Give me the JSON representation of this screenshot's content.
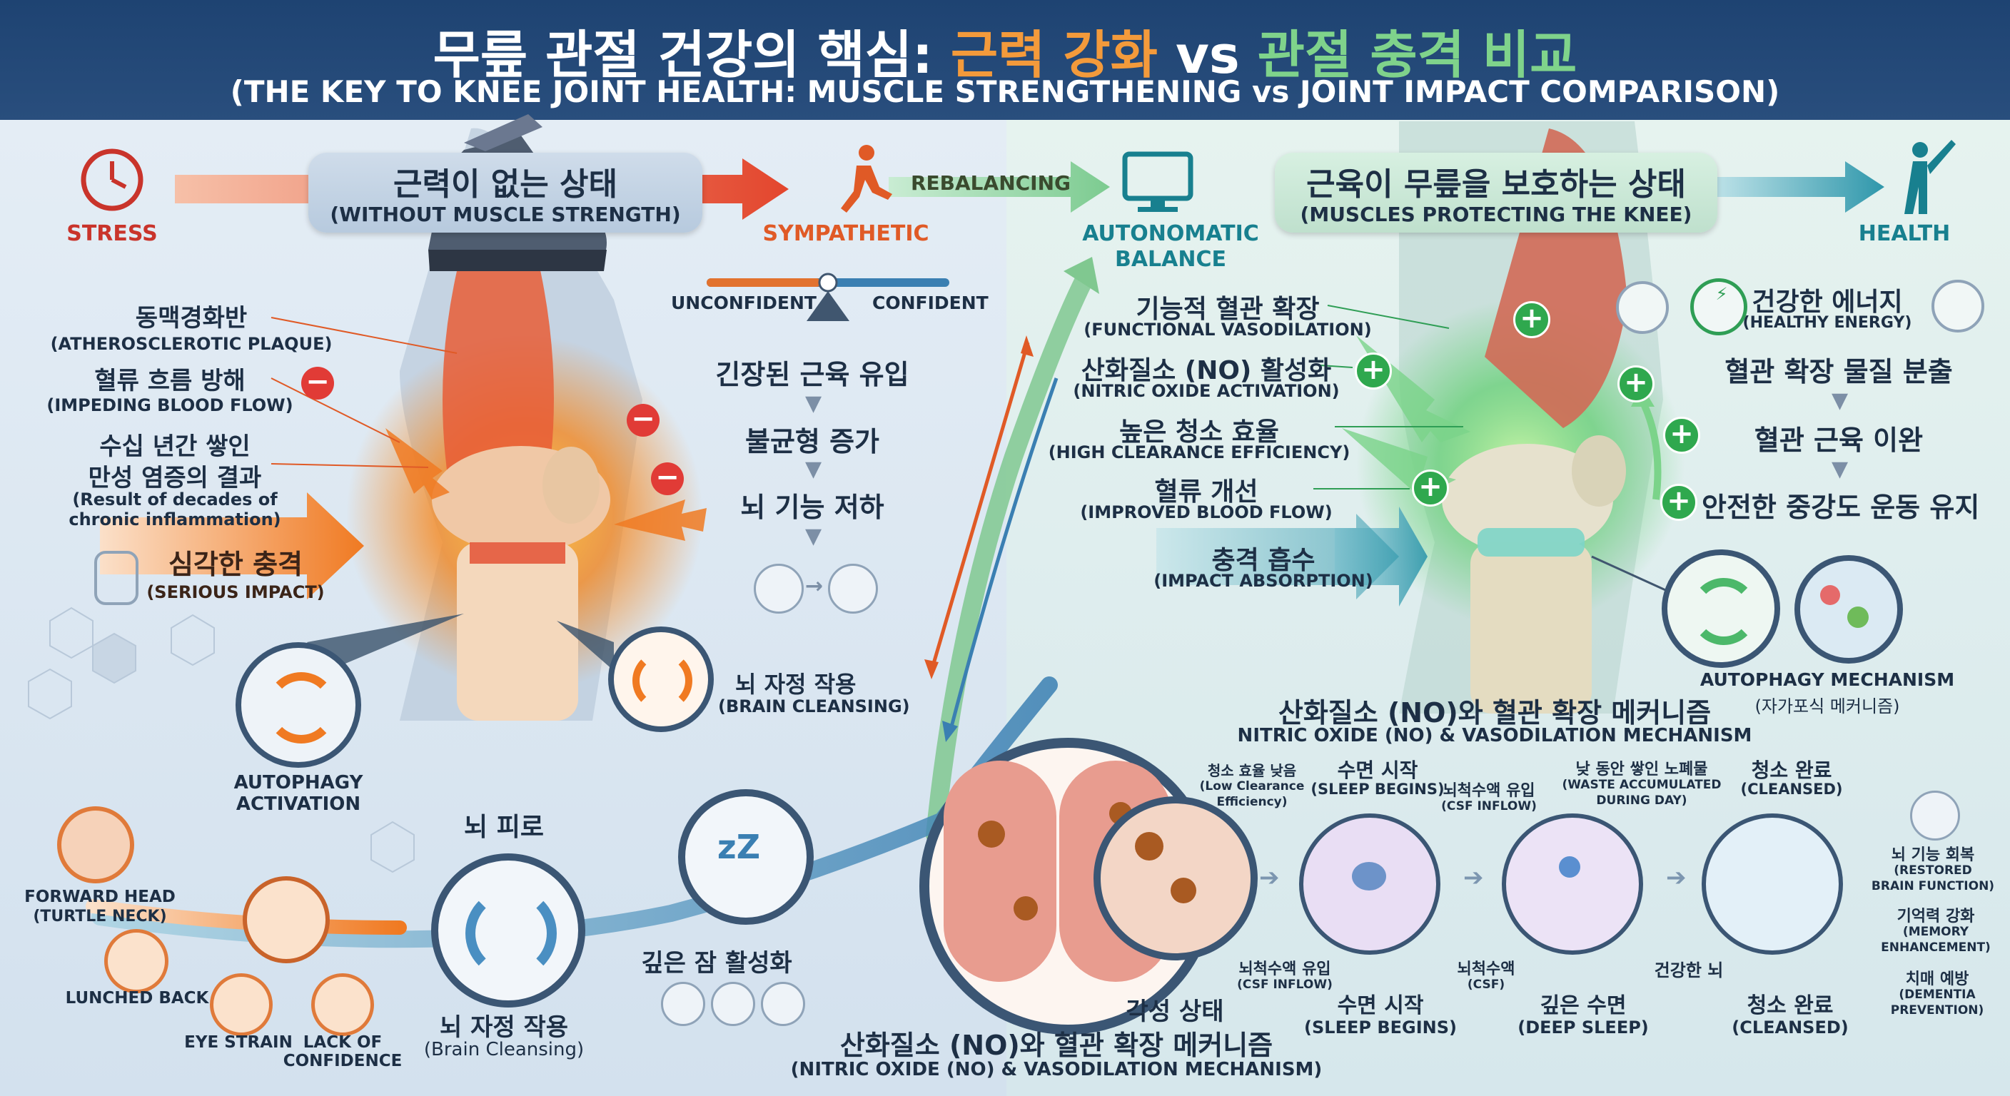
{
  "header": {
    "title_part1": "무릎 관절 건강의 핵심: ",
    "title_part2": "근력 강화",
    "title_part3": " vs ",
    "title_part4": "관절 충격 비교",
    "subtitle": "(THE KEY TO KNEE JOINT HEALTH: MUSCLE STRENGTHENING vs JOINT IMPACT COMPARISON)"
  },
  "flow": {
    "stress": "STRESS",
    "sympathetic": "SYMPATHETIC",
    "rebalancing": "REBALANCING",
    "autonomatic_line1": "AUTONOMATIC",
    "autonomatic_line2": "BALANCE",
    "health": "HEALTH"
  },
  "left_banner": {
    "ko": "근력이 없는 상태",
    "en": "(WITHOUT MUSCLE STRENGTH)"
  },
  "right_banner": {
    "ko": "근육이 무릎을 보호하는 상태",
    "en": "(MUSCLES PROTECTING THE KNEE)"
  },
  "left_labels": {
    "plaque_ko": "동맥경화반",
    "plaque_en": "(ATHEROSCLEROTIC PLAQUE)",
    "flow_ko": "혈류 흐름 방해",
    "flow_en": "(IMPEDING BLOOD FLOW)",
    "inflam_ko1": "수십 년간 쌓인",
    "inflam_ko2": "만성 염증의 결과",
    "inflam_en1": "(Result of decades of",
    "inflam_en2": "chronic inflammation)",
    "impact_ko": "심각한 충격",
    "impact_en": "(SERIOUS IMPACT)",
    "autophagy1": "AUTOPHAGY",
    "autophagy2": "ACTIVATION"
  },
  "gauge": {
    "left": "UNCONFIDENT",
    "right": "CONFIDENT"
  },
  "left_chain": {
    "step1": "긴장된 근육 유입",
    "step2": "불균형 증가",
    "step3": "뇌 기능 저하",
    "brain_clean_ko": "뇌 자정 작용",
    "brain_clean_en": "(BRAIN CLEANSING)"
  },
  "posture": {
    "forward_head1": "FORWARD HEAD",
    "forward_head2": "(TURTLE NECK)",
    "lunched_back": "LUNCHED BACK",
    "eye_strain": "EYE STRAIN",
    "lack1": "LACK OF",
    "lack2": "CONFIDENCE"
  },
  "bottom_left": {
    "fatigue": "뇌 피로",
    "clean_ko": "뇌 자정 작용",
    "clean_en": "(Brain Cleansing)",
    "deep_sleep": "깊은 잠 활성화"
  },
  "right_labels": {
    "vaso_ko": "기능적 혈관 확장",
    "vaso_en": "(FUNCTIONAL VASODILATION)",
    "no_ko": "산화질소 (NO) 활성화",
    "no_en": "(NITRIC OXIDE ACTIVATION)",
    "clear_ko": "높은 청소 효율",
    "clear_en": "(HIGH CLEARANCE EFFICIENCY)",
    "blood_ko": "혈류 개선",
    "blood_en": "(IMPROVED BLOOD FLOW)",
    "absorb_ko": "충격 흡수",
    "absorb_en": "(IMPACT ABSORPTION)"
  },
  "right_chain": {
    "energy_ko": "건강한 에너지",
    "energy_en": "(HEALTHY ENERGY)",
    "step1": "혈관 확장 물질 분출",
    "step2": "혈관 근육 이완",
    "step3": "안전한 중강도 운동 유지",
    "autophagy_en": "AUTOPHAGY MECHANISM",
    "autophagy_ko": "(자가포식 메커니즘)"
  },
  "mechanism": {
    "title_ko": "산화질소 (NO)와 혈관 확장 메커니즘",
    "title_en": "NITRIC OXIDE (NO) & VASODILATION MECHANISM",
    "low_clear_ko": "청소 효율 낮음",
    "low_clear_en1": "(Low Clearance",
    "low_clear_en2": "Efficiency)",
    "sleep_begins_ko": "수면 시작",
    "sleep_begins_en": "(SLEEP BEGINS)",
    "csf_inflow_ko": "뇌척수액 유입",
    "csf_inflow_en": "(CSF INFLOW)",
    "waste_ko": "낮 동안 쌓인 노폐물",
    "waste_en1": "(WASTE ACCUMULATED",
    "waste_en2": "DURING DAY)",
    "cleansed_ko": "청소 완료",
    "cleansed_en": "(CLEANSED)",
    "csf_inflow2_ko": "뇌척수액 유입",
    "csf_inflow2_en": "(CSF INFLOW)",
    "csf_ko": "뇌척수액",
    "csf_en": "(CSF)",
    "healthy_brain": "건강한 뇌",
    "awake": "각성 상태",
    "sleep_begins2_ko": "수면 시작",
    "sleep_begins2_en": "(SLEEP BEGINS)",
    "deep_sleep_ko": "깊은 수면",
    "deep_sleep_en": "(DEEP SLEEP)",
    "cleansed2_ko": "청소 완료",
    "cleansed2_en": "(CLEANSED)",
    "bottom_title_ko": "산화질소 (NO)와 혈관 확장 메커니즘",
    "bottom_title_en": "(NITRIC OXIDE (NO) & VASODILATION MECHANISM)"
  },
  "benefits": {
    "restore_ko": "뇌 기능 회복",
    "restore_en1": "(RESTORED",
    "restore_en2": "BRAIN FUNCTION)",
    "memory_ko": "기억력 강화",
    "memory_en1": "(MEMORY",
    "memory_en2": "ENHANCEMENT)",
    "dementia_ko": "치매 예방",
    "dementia_en1": "(DEMENTIA",
    "dementia_en2": "PREVENTION)"
  },
  "colors": {
    "stress": "#c9342b",
    "sympathetic": "#e05a26",
    "balance": "#2f9e55",
    "health": "#18808f",
    "header": "#1e4372"
  }
}
